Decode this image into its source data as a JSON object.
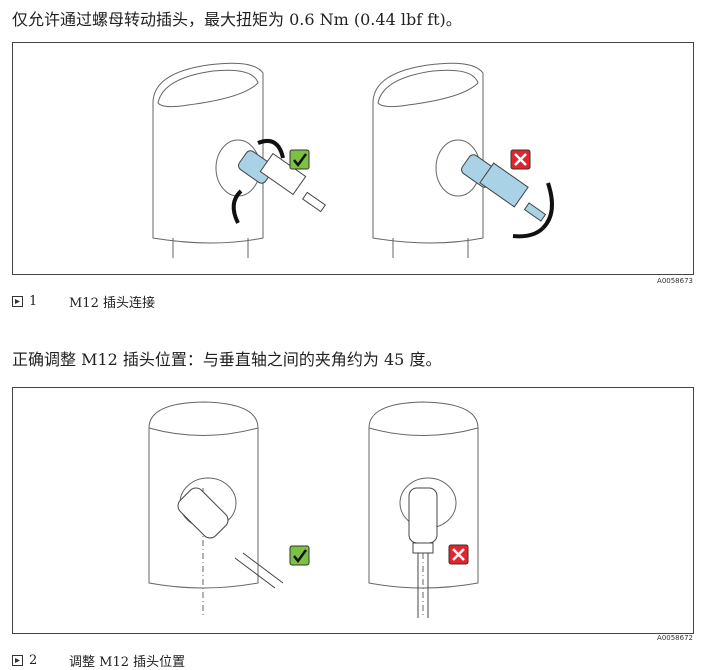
{
  "paragraph1": "仅允许通过螺母转动插头，最大扭矩为 0.6 Nm (0.44 lbf ft)。",
  "figure1": {
    "id": "A0058673",
    "number": "1",
    "caption": "M12 插头连接"
  },
  "paragraph2": "正确调整 M12 插头位置：与垂直轴之间的夹角约为 45 度。",
  "figure2": {
    "id": "A0058672",
    "number": "2",
    "caption": "调整 M12 插头位置"
  },
  "colors": {
    "ok": "#7cc242",
    "bad": "#e2242c",
    "nut": "#a9d2e6"
  }
}
